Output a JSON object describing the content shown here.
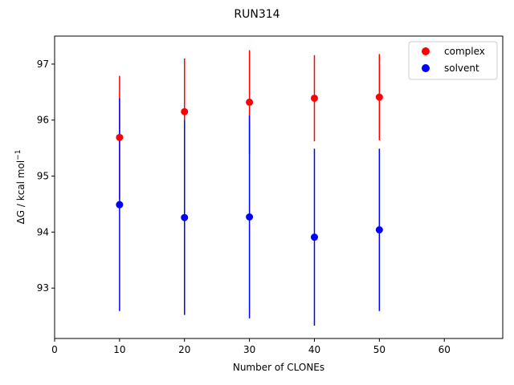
{
  "chart_data": {
    "type": "scatter",
    "title": "RUN314",
    "xlabel": "Number of CLONEs",
    "ylabel": "ΔG / kcal mol",
    "ylabel_superscript": "−1",
    "xlim": [
      0,
      69
    ],
    "ylim": [
      92.1,
      97.5
    ],
    "xticks": [
      0,
      10,
      20,
      30,
      40,
      50,
      60
    ],
    "yticks": [
      93,
      94,
      95,
      96,
      97
    ],
    "legend_position": "top-right",
    "grid": false,
    "series": [
      {
        "name": "complex",
        "color": "#ff0000",
        "x": [
          10,
          20,
          30,
          40,
          50
        ],
        "y": [
          95.69,
          96.15,
          96.32,
          96.39,
          96.41
        ],
        "err": [
          1.1,
          0.95,
          0.93,
          0.77,
          0.77
        ]
      },
      {
        "name": "solvent",
        "color": "#0000ff",
        "x": [
          10,
          20,
          30,
          40,
          50
        ],
        "y": [
          94.49,
          94.26,
          94.27,
          93.91,
          94.04
        ],
        "err": [
          1.9,
          1.74,
          1.81,
          1.58,
          1.45
        ]
      }
    ]
  }
}
